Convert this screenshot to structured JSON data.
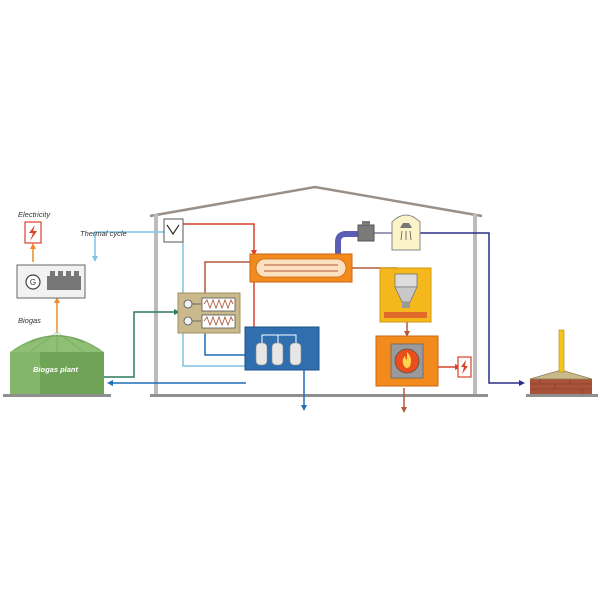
{
  "labels": {
    "electricity": "Electricity",
    "thermal_cycle": "Thermal cycle",
    "biogas": "Biogas",
    "biogas_plant": "Biogas plant"
  },
  "colors": {
    "red_flow": "#d9432a",
    "orange_flow": "#ef8a2a",
    "light_blue_flow": "#7dc4e6",
    "blue_flow": "#1d6fb8",
    "green_flow": "#2f7a5a",
    "navy_flow": "#2a2f86",
    "brown_flow": "#b05a3a",
    "building": "#b9b9b9",
    "orange_box": "#f28a1e",
    "yellow_box": "#f5b81c",
    "blue_box": "#2f6fb0",
    "olive_box": "#c9b98b",
    "tank_green": "#6fa456"
  },
  "icons": [
    "lightning-icon",
    "generator-icon",
    "heat-exchanger-icon",
    "flame-icon",
    "shower-icon",
    "cyclone-filter-icon",
    "storage-tanks-icon"
  ]
}
